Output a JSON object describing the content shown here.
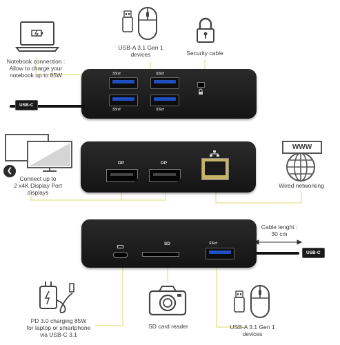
{
  "labels": {
    "notebook": [
      "Notebook connection :",
      "Allow to  charge your",
      "notebook up to 85W"
    ],
    "usba_top": [
      "USB-A 3.1 Gen 1",
      "devices"
    ],
    "security": "Security cable",
    "display": [
      "Connect up to",
      "2 x4K Display Port",
      "displays"
    ],
    "wired": "Wired networking",
    "cable_len": [
      "Cable lenght :",
      "30 cm"
    ],
    "pd": [
      "PD 3.0 charging 85W",
      "for laptop or smartphone",
      "via USB-C 3.1"
    ],
    "sd_reader": "SD card reader",
    "usba_bottom": [
      "USB-A 3.1 Gen 1",
      "devices"
    ]
  },
  "ports": {
    "ss": "SS⇄",
    "dp": "DP",
    "sd": "SD",
    "usbc": "USB-C",
    "www": "WWW"
  },
  "colors": {
    "accent_line": "#e0dc7a",
    "dock": "#1c1c1c"
  }
}
